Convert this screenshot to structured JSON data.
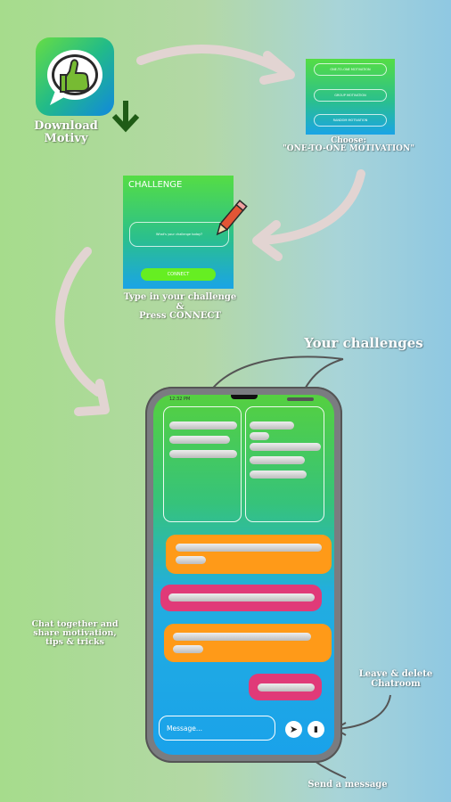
{
  "step1": {
    "line1": "Download",
    "line2": "Motivy"
  },
  "step2": {
    "line1": "Choose:",
    "line2": "\"ONE-TO-ONE MOTIVATION\"",
    "options": [
      "ONE-TO-ONE MOTIVATION",
      "GROUP MOTIVATION",
      "RANDOM MOTIVATION"
    ]
  },
  "step3": {
    "line1": "Type in your challenge",
    "line2": "&",
    "line3": "Press CONNECT",
    "screen_title": "CHALLENGE",
    "input_placeholder": "What's your challenge today?",
    "connect_label": "CONNECT"
  },
  "callouts": {
    "your_challenges": "Your challenges",
    "chat_line1": "Chat together and",
    "chat_line2": "share motivation,",
    "chat_line3": "tips & tricks",
    "leave_line1": "Leave  & delete",
    "leave_line2": "Chatroom",
    "send": "Send a message"
  },
  "phone": {
    "status_time": "12:32 PM",
    "message_placeholder": "Message...",
    "send_glyph": "➤",
    "delete_glyph": "▮"
  },
  "colors": {
    "arrow": "#e2d4d2",
    "download_arrow": "#1f5c16",
    "bubble_orange": "#ff9a18",
    "bubble_pink": "#e03a78",
    "connect_button": "#66ee22"
  },
  "icons": [
    "thumbs-up-chat-icon",
    "download-arrow-icon",
    "pencil-icon",
    "send-icon",
    "trash-icon"
  ]
}
